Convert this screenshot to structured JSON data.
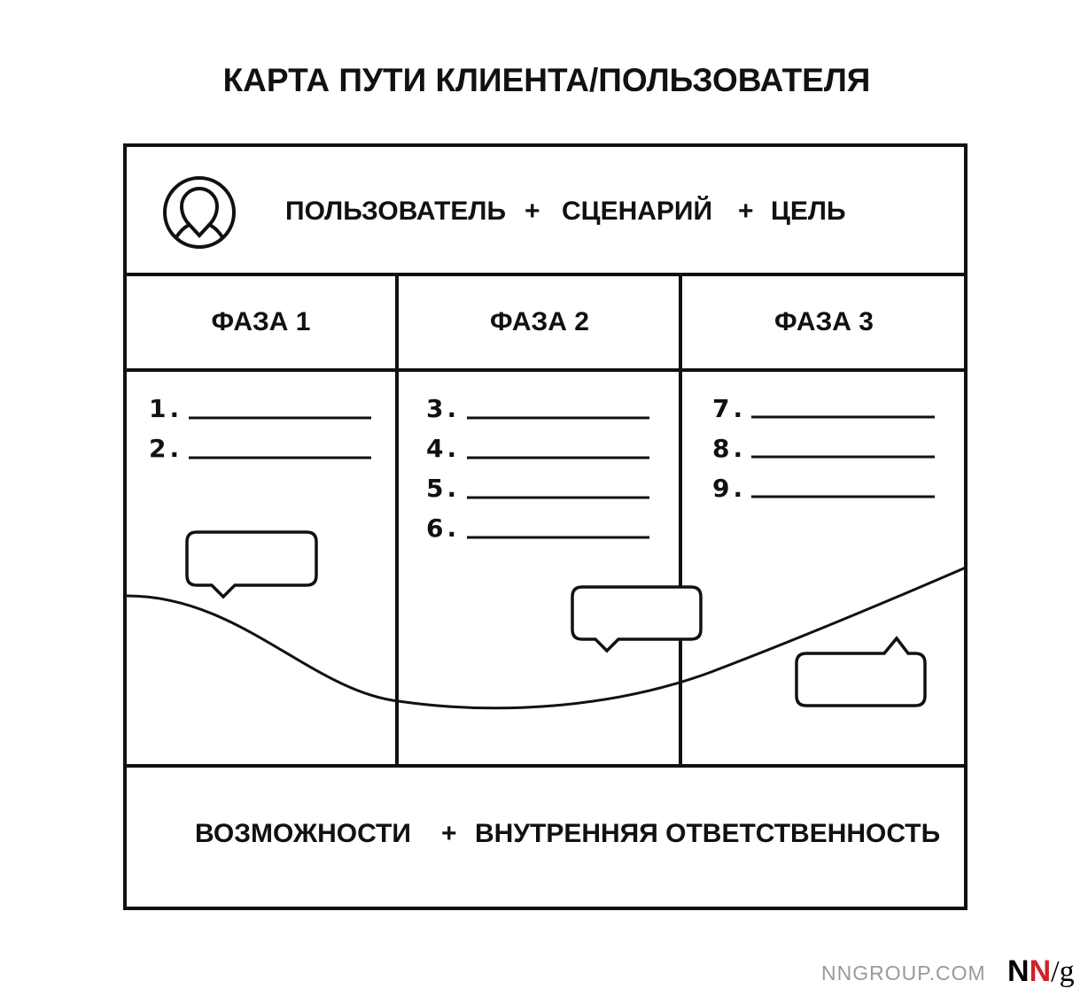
{
  "title": "КАРТА ПУТИ КЛИЕНТА/ПОЛЬЗОВАТЕЛЯ",
  "header": {
    "icon": "user-avatar-icon",
    "user": "ПОЛЬЗОВАТЕЛЬ",
    "plus1": "+",
    "scenario": "СЦЕНАРИЙ",
    "plus2": "+",
    "goal": "ЦЕЛЬ"
  },
  "phases": [
    "ФАЗА 1",
    "ФАЗА 2",
    "ФАЗА 3"
  ],
  "steps": {
    "phase1": [
      "1.",
      "2."
    ],
    "phase2": [
      "3.",
      "4.",
      "5.",
      "6."
    ],
    "phase3": [
      "7.",
      "8.",
      "9."
    ]
  },
  "footer": {
    "opportunities": "ВОЗМОЖНОСТИ",
    "plus": "+",
    "ownership": "ВНУТРЕННЯЯ ОТВЕТСТВЕННОСТЬ"
  },
  "branding": {
    "site": "NNGROUP.COM",
    "logo_n1": "N",
    "logo_n2": "N",
    "logo_g": "/g",
    "accent": "#d0202e"
  }
}
